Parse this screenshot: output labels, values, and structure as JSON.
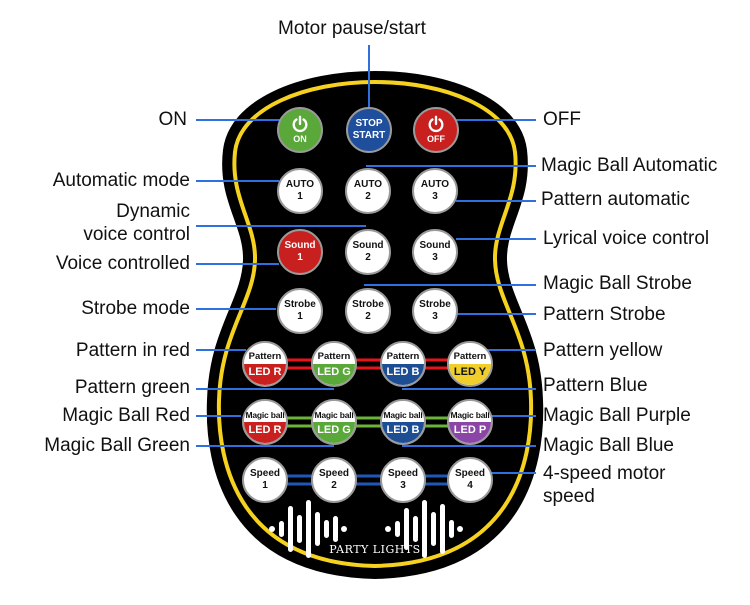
{
  "diagram": {
    "title": "Remote control button functions",
    "brand_text": "PARTY LIGHTS",
    "colors": {
      "remote_body": "#000000",
      "remote_trim": "#f5d21f",
      "leader_line": "#2f6fde",
      "on_green": "#5aa83a",
      "stop_blue": "#1f4f9c",
      "off_red": "#c8201f",
      "led_red": "#c8201f",
      "led_green": "#5aa83a",
      "led_blue": "#1d4e94",
      "led_yellow": "#f0cf2c",
      "led_purple": "#8a45a6",
      "pattern_link": "#e8141b",
      "magic_link": "#6cb33a",
      "speed_link": "#1f56b8"
    },
    "buttons": {
      "on": {
        "label": "ON",
        "icon": "power-icon"
      },
      "stop_start": {
        "line1": "STOP",
        "line2": "START"
      },
      "off": {
        "label": "OFF",
        "icon": "power-icon"
      },
      "auto": [
        {
          "line1": "AUTO",
          "line2": "1"
        },
        {
          "line1": "AUTO",
          "line2": "2"
        },
        {
          "line1": "AUTO",
          "line2": "3"
        }
      ],
      "sound": [
        {
          "line1": "Sound",
          "line2": "1"
        },
        {
          "line1": "Sound",
          "line2": "2"
        },
        {
          "line1": "Sound",
          "line2": "3"
        }
      ],
      "strobe": [
        {
          "line1": "Strobe",
          "line2": "1"
        },
        {
          "line1": "Strobe",
          "line2": "2"
        },
        {
          "line1": "Strobe",
          "line2": "3"
        }
      ],
      "pattern": [
        {
          "top": "Pattern",
          "bottom": "LED R",
          "color": "#c8201f"
        },
        {
          "top": "Pattern",
          "bottom": "LED G",
          "color": "#5aa83a"
        },
        {
          "top": "Pattern",
          "bottom": "LED B",
          "color": "#1d4e94"
        },
        {
          "top": "Pattern",
          "bottom": "LED Y",
          "color": "#f0cf2c"
        }
      ],
      "magic_ball": [
        {
          "top": "Magic ball",
          "bottom": "LED R",
          "color": "#c8201f"
        },
        {
          "top": "Magic ball",
          "bottom": "LED G",
          "color": "#5aa83a"
        },
        {
          "top": "Magic ball",
          "bottom": "LED B",
          "color": "#1d4e94"
        },
        {
          "top": "Magic ball",
          "bottom": "LED P",
          "color": "#8a45a6"
        }
      ],
      "speed": [
        {
          "line1": "Speed",
          "line2": "1"
        },
        {
          "line1": "Speed",
          "line2": "2"
        },
        {
          "line1": "Speed",
          "line2": "3"
        },
        {
          "line1": "Speed",
          "line2": "4"
        }
      ]
    },
    "callouts": {
      "motor_pause_start": "Motor pause/start",
      "on": "ON",
      "off": "OFF",
      "magic_ball_automatic": "Magic Ball Automatic",
      "automatic_mode": "Automatic mode",
      "pattern_automatic": "Pattern automatic",
      "dynamic_voice_control_1": "Dynamic",
      "dynamic_voice_control_2": "voice control",
      "lyrical_voice_control": "Lyrical voice control",
      "voice_controlled": "Voice controlled",
      "magic_ball_strobe": "Magic Ball Strobe",
      "strobe_mode": "Strobe mode",
      "pattern_strobe": "Pattern Strobe",
      "pattern_in_red": "Pattern in red",
      "pattern_yellow": "Pattern yellow",
      "pattern_green": "Pattern green",
      "pattern_blue": "Pattern Blue",
      "magic_ball_red": "Magic Ball Red",
      "magic_ball_purple": "Magic Ball Purple",
      "magic_ball_green": "Magic Ball Green",
      "magic_ball_blue": "Magic Ball Blue",
      "four_speed_1": "4-speed motor",
      "four_speed_2": "speed"
    }
  }
}
